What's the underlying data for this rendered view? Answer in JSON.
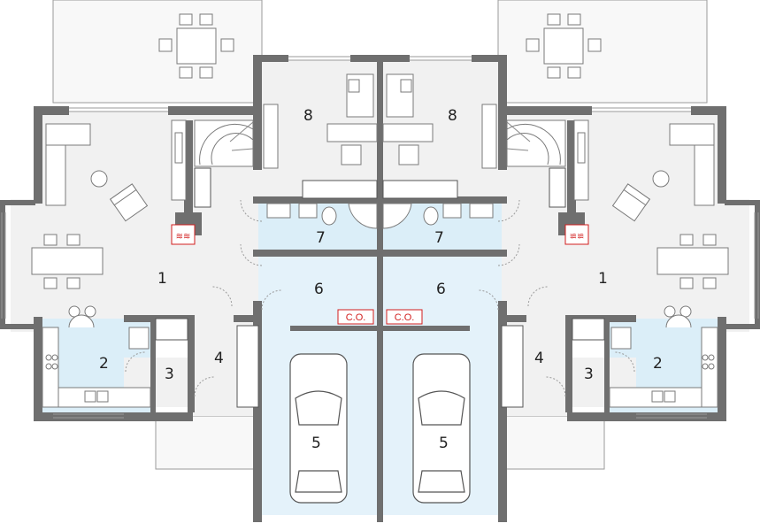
{
  "colors": {
    "wall": "#6f6f6f",
    "floor": "#f1f1f1",
    "terrace": "#f8f8f8",
    "wet_room": "#dbeef8",
    "garage": "#e4f2fa",
    "outline": "#9a9a9a",
    "furniture": "#ffffff",
    "furniture_stroke": "#7a7a7a",
    "heater": "#d21e1e"
  },
  "units": [
    {
      "side": "left",
      "rooms": [
        {
          "id": "living",
          "label": "1"
        },
        {
          "id": "kitchen",
          "label": "2"
        },
        {
          "id": "pantry",
          "label": "3"
        },
        {
          "id": "hall",
          "label": "4"
        },
        {
          "id": "garage",
          "label": "5"
        },
        {
          "id": "utility",
          "label": "6"
        },
        {
          "id": "bathroom",
          "label": "7"
        },
        {
          "id": "study",
          "label": "8"
        }
      ],
      "co_label": "C.O."
    },
    {
      "side": "right",
      "rooms": [
        {
          "id": "living",
          "label": "1"
        },
        {
          "id": "kitchen",
          "label": "2"
        },
        {
          "id": "pantry",
          "label": "3"
        },
        {
          "id": "hall",
          "label": "4"
        },
        {
          "id": "garage",
          "label": "5"
        },
        {
          "id": "utility",
          "label": "6"
        },
        {
          "id": "bathroom",
          "label": "7"
        },
        {
          "id": "study",
          "label": "8"
        }
      ],
      "co_label": "C.O."
    }
  ],
  "icons": {
    "heater": "radiator-icon",
    "car": "car-icon",
    "stairs": "stairs-icon",
    "dining_set": "dining-table-icon",
    "sofa": "sofa-icon",
    "armchair": "armchair-icon",
    "lamp": "floor-lamp-icon",
    "toilet": "toilet-icon",
    "shower": "shower-icon",
    "sink": "sink-icon",
    "stove": "stove-icon",
    "fireplace": "fireplace-icon"
  }
}
